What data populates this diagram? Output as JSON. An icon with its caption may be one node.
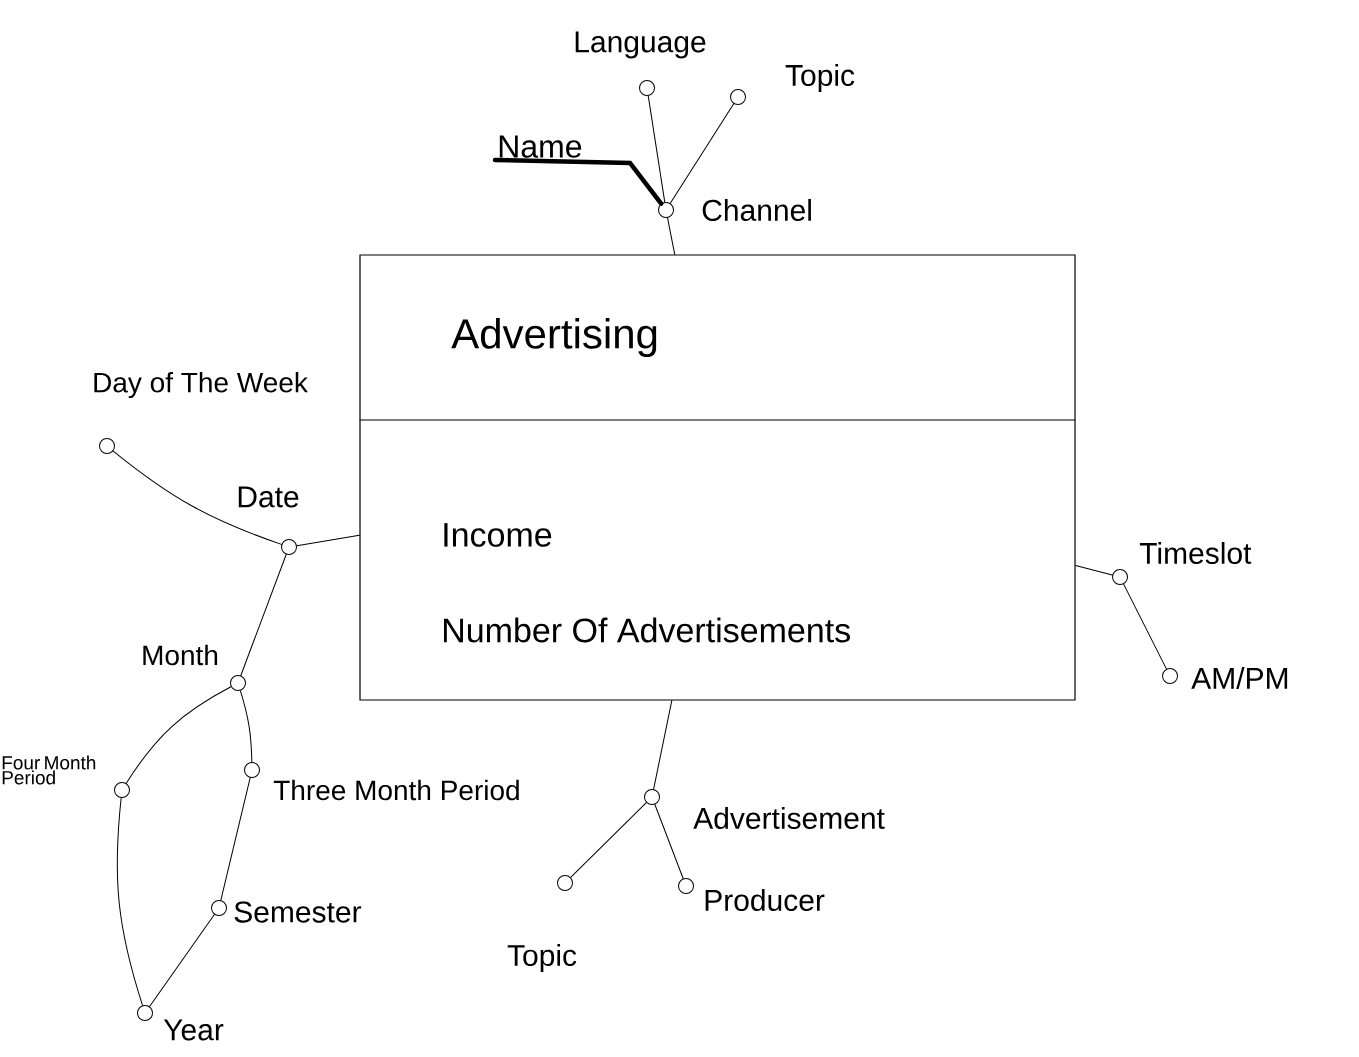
{
  "diagram": {
    "nodes": [
      {
        "text": [
          "Advertising",
          "Income",
          "Number Of Advertisements"
        ]
      },
      {
        "text": [],
        "shape": "circle",
        "beside": [
          "Channel"
        ]
      },
      {
        "text": [],
        "shape": "circle",
        "beside": [
          "Language"
        ]
      },
      {
        "text": [],
        "shape": "circle",
        "beside": [
          "Topic"
        ]
      },
      {
        "text": [
          "Name"
        ]
      },
      {
        "text": [],
        "shape": "circle",
        "beside": [
          "Date"
        ]
      },
      {
        "text": [],
        "shape": "circle",
        "beside": [
          "Day of The Week"
        ]
      },
      {
        "text": [],
        "shape": "circle",
        "beside": [
          "Month"
        ]
      },
      {
        "text": [],
        "shape": "circle",
        "beside": [
          "Four Month Period"
        ]
      },
      {
        "text": [],
        "shape": "circle",
        "beside": [
          "Three Month Period"
        ]
      },
      {
        "text": [],
        "shape": "circle",
        "beside": [
          "Semester"
        ]
      },
      {
        "text": [],
        "shape": "circle",
        "beside": [
          "Year"
        ]
      },
      {
        "text": [],
        "shape": "circle",
        "beside": [
          "Timeslot"
        ]
      },
      {
        "text": [],
        "shape": "circle",
        "beside": [
          "AM/PM"
        ]
      },
      {
        "text": [],
        "shape": "circle",
        "beside": [
          "Advertisement"
        ]
      },
      {
        "text": [],
        "shape": "circle",
        "beside": [
          "Topic"
        ]
      },
      {
        "text": [],
        "shape": "circle",
        "beside": [
          "Producer"
        ]
      }
    ],
    "edges": [
      {
        "from": 1,
        "to": 0,
        "arrow": "none"
      },
      {
        "from": 2,
        "to": 1,
        "arrow": "none"
      },
      {
        "from": 3,
        "to": 1,
        "arrow": "none"
      },
      {
        "from": 1,
        "to": 4,
        "arrow": "none",
        "style": "thick"
      },
      {
        "from": 5,
        "to": 0,
        "arrow": "none"
      },
      {
        "from": 6,
        "to": 5,
        "arrow": "none"
      },
      {
        "from": 7,
        "to": 5,
        "arrow": "none"
      },
      {
        "from": 8,
        "to": 7,
        "arrow": "none"
      },
      {
        "from": 9,
        "to": 7,
        "arrow": "none"
      },
      {
        "from": 10,
        "to": 9,
        "arrow": "none"
      },
      {
        "from": 11,
        "to": 10,
        "arrow": "none"
      },
      {
        "from": 11,
        "to": 8,
        "arrow": "none"
      },
      {
        "from": 12,
        "to": 0,
        "arrow": "none"
      },
      {
        "from": 13,
        "to": 12,
        "arrow": "none"
      },
      {
        "from": 14,
        "to": 0,
        "arrow": "none"
      },
      {
        "from": 15,
        "to": 14,
        "arrow": "none"
      },
      {
        "from": 16,
        "to": 14,
        "arrow": "none"
      }
    ]
  }
}
